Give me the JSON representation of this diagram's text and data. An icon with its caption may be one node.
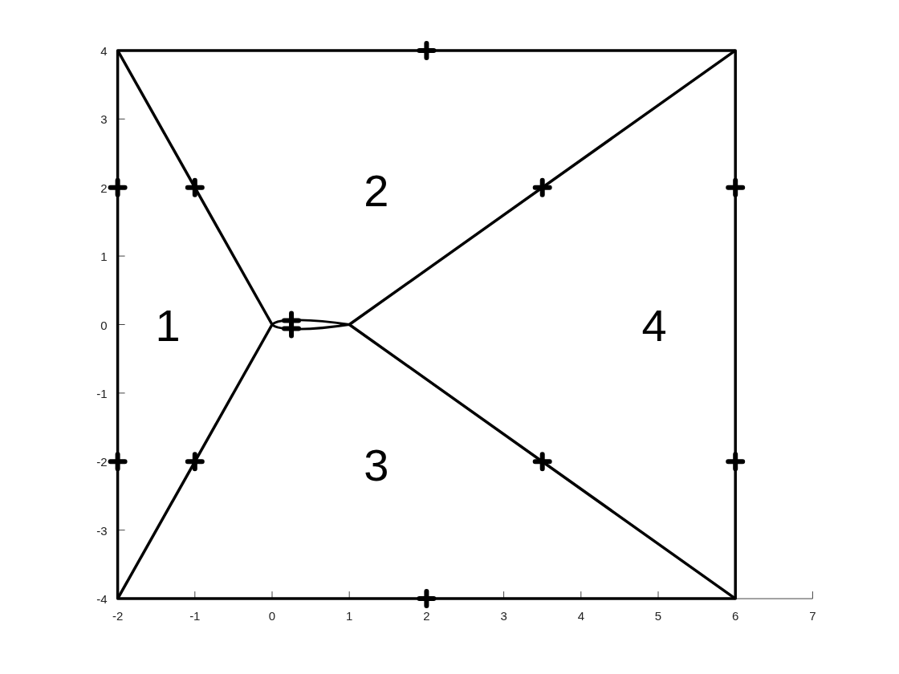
{
  "diagram": {
    "labels": [
      "2",
      "1",
      "4",
      "3",
      "4",
      "3",
      "2",
      "1",
      "0",
      "-1",
      "-2",
      "-3",
      "-4",
      "-2",
      "-1",
      "0",
      "1",
      "2",
      "3",
      "4",
      "5",
      "6",
      "7"
    ]
  }
}
